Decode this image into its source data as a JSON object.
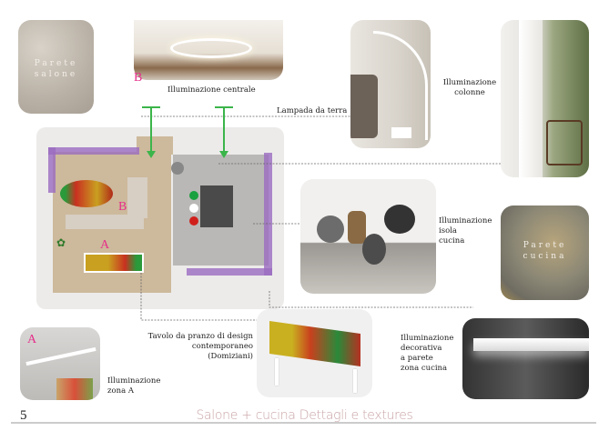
{
  "textures": {
    "salone": {
      "line1": "Parete",
      "line2": "salone"
    },
    "cucina": {
      "line1": "Parete",
      "line2": "cucina"
    }
  },
  "labels": {
    "centrale": "Illuminazione centrale",
    "lampada": "Lampada da terra",
    "colonne": [
      "Illuminazione",
      "colonne"
    ],
    "isola": [
      "Illuminazione",
      "isola",
      "cucina"
    ],
    "tavolo": [
      "Tavolo da pranzo di design",
      "contemporaneo",
      "(Domiziani)"
    ],
    "decorativa": [
      "Illuminazione",
      "decorativa",
      "a parete",
      "zona cucina"
    ],
    "zonaA": [
      "Illuminazione",
      "zona A"
    ]
  },
  "markers": {
    "a": "A",
    "b": "B"
  },
  "footer": {
    "page": "5",
    "title": "Salone + cucina Dettagli e textures"
  },
  "colors": {
    "accent": "#e62e8a",
    "arrow": "#3bb54a",
    "wall": "#9b6cc0",
    "title": "#c9a3a6"
  }
}
